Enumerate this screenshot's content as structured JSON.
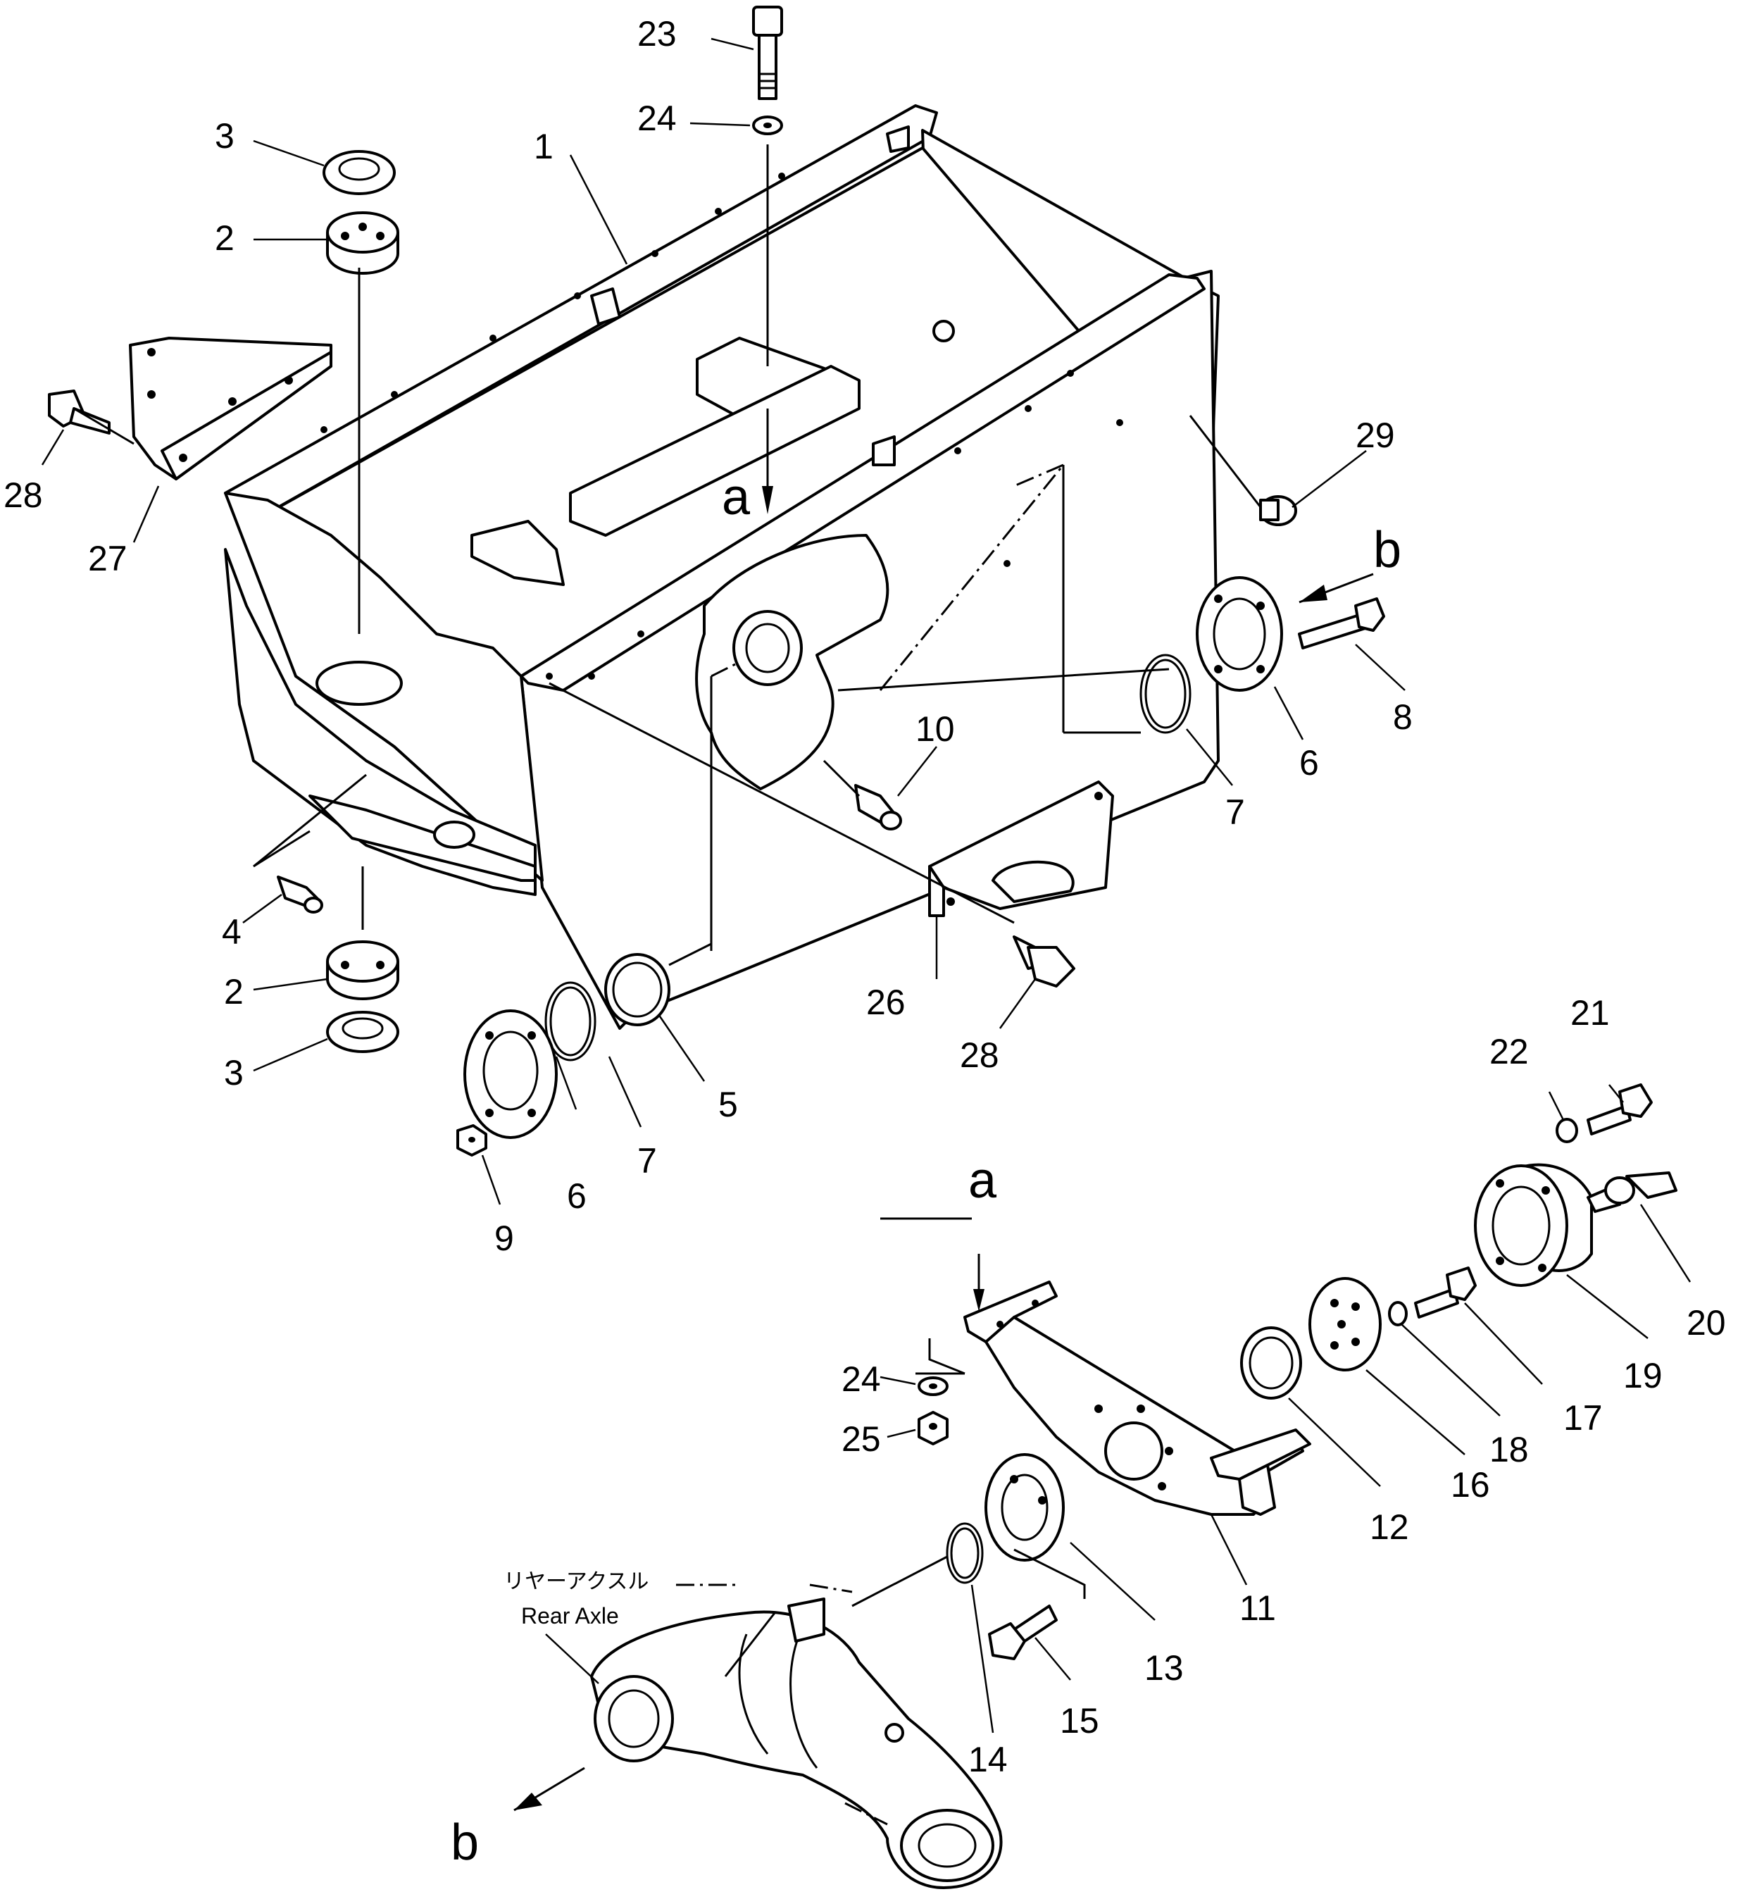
{
  "callouts": [
    "1",
    "2",
    "2",
    "3",
    "3",
    "4",
    "5",
    "6",
    "6",
    "7",
    "7",
    "8",
    "9",
    "10",
    "11",
    "12",
    "13",
    "14",
    "15",
    "16",
    "17",
    "18",
    "19",
    "20",
    "21",
    "22",
    "23",
    "24",
    "24",
    "25",
    "26",
    "27",
    "28",
    "28",
    "29"
  ],
  "view_arrows": [
    "a",
    "a",
    "b",
    "b"
  ],
  "rear_axle": {
    "label_jp": "リヤーアクスル",
    "label_en": "Rear Axle"
  }
}
